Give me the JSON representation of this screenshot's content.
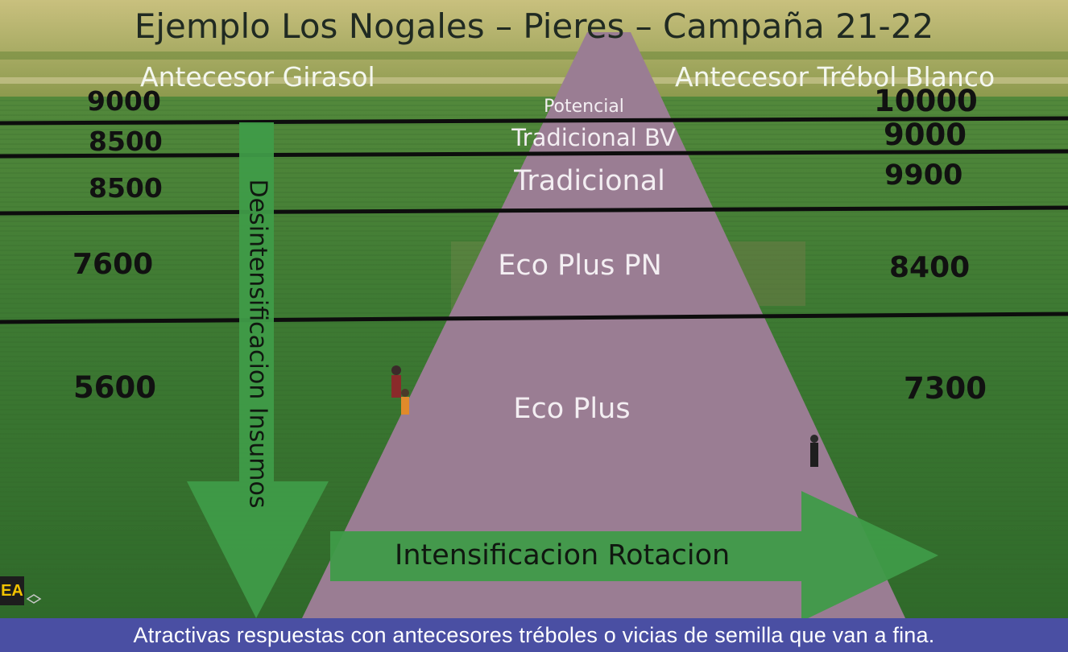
{
  "title": "Ejemplo Los Nogales – Pieres – Campaña 21-22",
  "left_header": "Antecesor Girasol",
  "right_header": "Antecesor Trébol Blanco",
  "levels": [
    {
      "label": "Potencial",
      "girasol": "9000",
      "trebol": "10000"
    },
    {
      "label": "Tradicional BV",
      "girasol": "8500",
      "trebol": "9000"
    },
    {
      "label": "Tradicional",
      "girasol": "8500",
      "trebol": "9900"
    },
    {
      "label": "Eco Plus PN",
      "girasol": "7600",
      "trebol": "8400"
    },
    {
      "label": "Eco Plus",
      "girasol": "5600",
      "trebol": "7300"
    }
  ],
  "vertical_arrow_label": "Desintensificacion Insumos",
  "horizontal_arrow_label": "Intensificacion Rotacion",
  "caption": "Atractivas respuestas con antecesores tréboles o vicias de semilla que van a fina.",
  "logo_text": "EA",
  "colors": {
    "field_green": "#3f7a34",
    "sky_band": "#b9b46e",
    "pyramid": "#9a7d93",
    "arrow_green": "#3f9b48",
    "caption_bg": "#4a4fa3"
  }
}
